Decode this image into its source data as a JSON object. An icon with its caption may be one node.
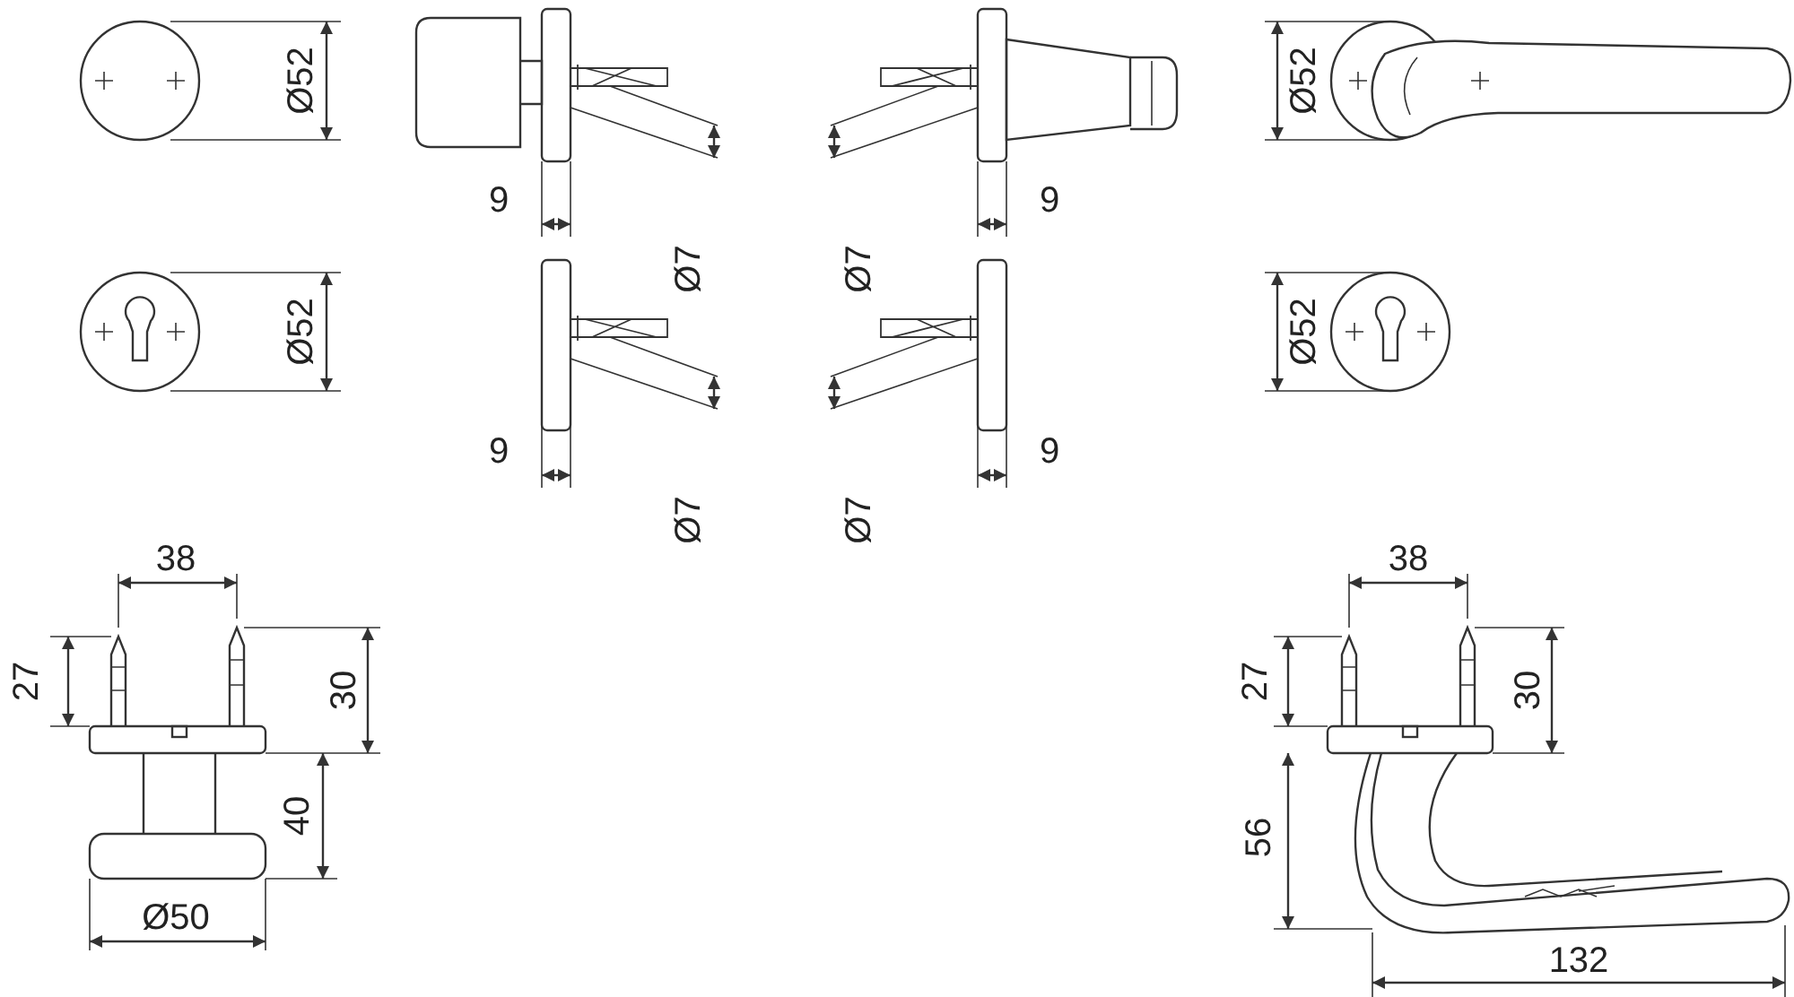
{
  "diagram": {
    "labels": [
      "Ø52",
      "Ø52",
      "9",
      "Ø7",
      "Ø7",
      "9",
      "Ø52",
      "Ø52",
      "9",
      "Ø7",
      "Ø7",
      "9",
      "38",
      "38",
      "27",
      "30",
      "27",
      "30",
      "40",
      "56",
      "Ø50",
      "132"
    ]
  }
}
